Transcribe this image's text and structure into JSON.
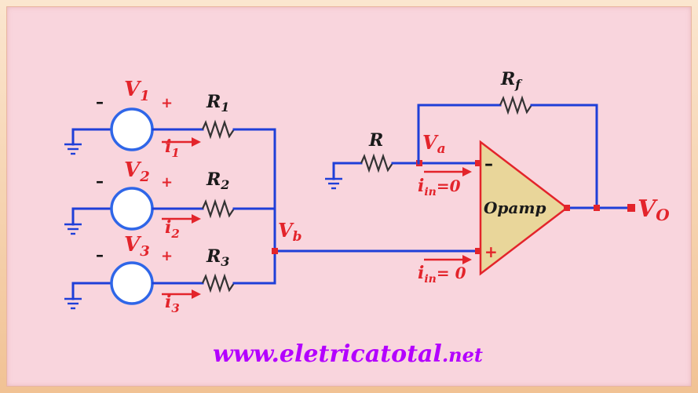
{
  "labels": {
    "v1": "V",
    "v1_sub": "1",
    "v2": "V",
    "v2_sub": "2",
    "v3": "V",
    "v3_sub": "3",
    "r1": "R",
    "r1_sub": "1",
    "r2": "R",
    "r2_sub": "2",
    "r3": "R",
    "r3_sub": "3",
    "i1": "i",
    "i1_sub": "1",
    "i2": "i",
    "i2_sub": "2",
    "i3": "i",
    "i3_sub": "3",
    "r": "R",
    "rf": "R",
    "rf_sub": "f",
    "va": "V",
    "va_sub": "a",
    "vb": "V",
    "vb_sub": "b",
    "vo": "V",
    "vo_sub": "O",
    "iin_top": "i",
    "iin_top_sub": "in",
    "iin_top_rest": "=0",
    "iin_bottom": "i",
    "iin_bottom_sub": "in",
    "iin_bottom_rest": "= 0",
    "opamp": "Opamp",
    "plus": "+",
    "minus": "–"
  },
  "website": {
    "prefix": "www.eletricatotal",
    "suffix": ".net"
  },
  "colors": {
    "wire": "#1f3fd8",
    "label_red": "#e3242b",
    "opamp_fill": "#e9d69a",
    "website": "#b300ff",
    "background": "#f9d5dd"
  }
}
